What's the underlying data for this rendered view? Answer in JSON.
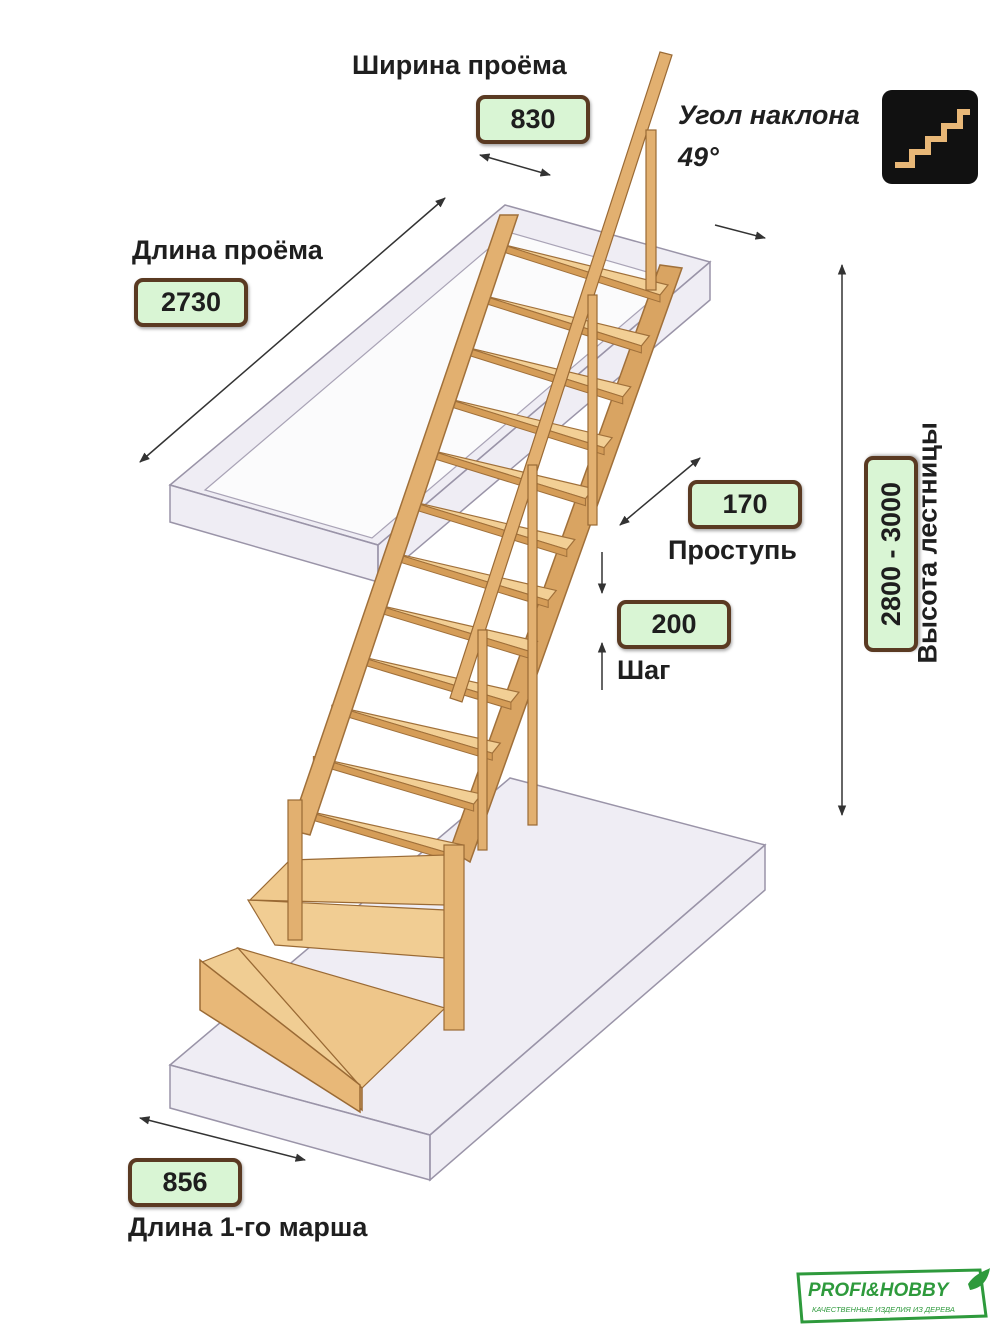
{
  "labels": {
    "opening_width": "Ширина проёма",
    "opening_length": "Длина проёма",
    "slope_angle": "Угол наклона",
    "tread": "Проступь",
    "step": "Шаг",
    "stair_height": "Высота лестницы",
    "first_flight_length": "Длина 1-го марша"
  },
  "values": {
    "opening_width": "830",
    "opening_length": "2730",
    "slope_angle": "49°",
    "tread": "170",
    "step": "200",
    "stair_height": "2800 - 3000",
    "first_flight_length": "856"
  },
  "logo": {
    "brand": "PROFI&HOBBY",
    "tagline": "КАЧЕСТВЕННЫЕ ИЗДЕЛИЯ ИЗ ДЕРЕВА"
  },
  "colors": {
    "badge_fill": "#d9f5d4",
    "badge_border": "#5a3a22",
    "wood": "#e9bd7c",
    "glass": "#d8d2e4",
    "logo_green": "#2e9a3c"
  },
  "icons": [
    "stairs-icon",
    "leaf-icon"
  ]
}
